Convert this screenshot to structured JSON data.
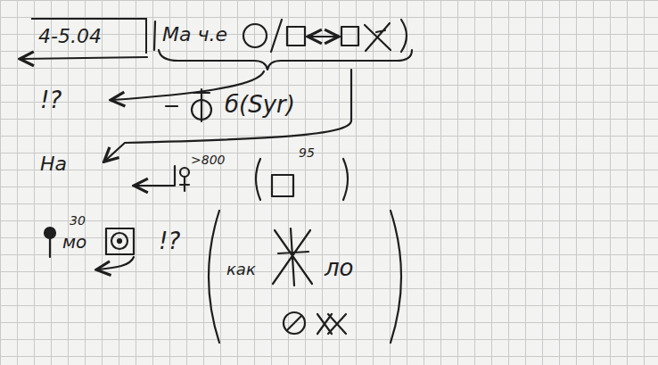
{
  "diagram": {
    "nodes": [
      {
        "text": [
          "4-5.04"
        ]
      }
    ],
    "labels": [
      "Ма ч.е",
      "!?",
      "б(Syr)",
      "На",
      ">800",
      "95",
      "30",
      "мо",
      "!?",
      "как",
      "ло"
    ]
  }
}
